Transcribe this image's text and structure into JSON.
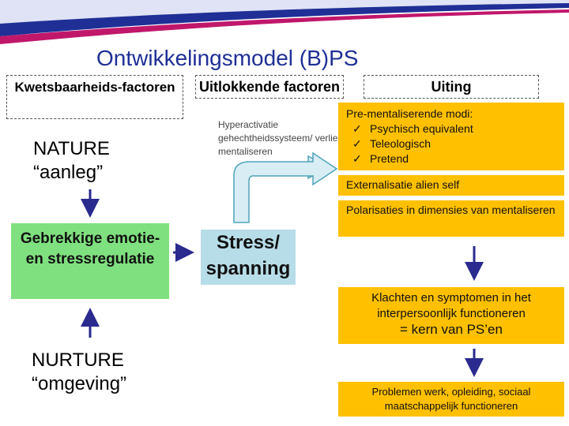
{
  "title": "Ontwikkelingsmodel (B)PS",
  "headers": {
    "col1": "Kwetsbaarheids-factoren",
    "col2": "Uitlokkende factoren",
    "col3": "Uiting"
  },
  "left": {
    "nature_line1": "NATURE",
    "nature_line2": "“aanleg”",
    "green_box": "Gebrekkige emotie- en stressregulatie",
    "nurture_line1": "NURTURE",
    "nurture_line2": "“omgeving”"
  },
  "middle": {
    "hyper_text": "Hyperactivatie gehechtheidssysteem/ verlies mentaliseren",
    "stress_box": "Stress/ spanning"
  },
  "right": {
    "pre_title": "Pre-mentaliserende modi:",
    "pre_items": [
      "Psychisch equivalent",
      "Teleologisch",
      "Pretend"
    ],
    "check_symbol": "✓",
    "externalisatie": "Externalisatie alien self",
    "polarisaties": "Polarisaties in dimensies van mentaliseren",
    "klachten": "Klachten en symptomen in het interpersoonlijk functioneren",
    "kern": "= kern van PS’en",
    "problemen": "Problemen werk, opleiding, sociaal maatschappelijk functioneren"
  },
  "colors": {
    "title": "#1f2f96",
    "green": "#7fe07f",
    "orange": "#ffc000",
    "stress": "#b7dde8",
    "arrow_fill": "#d8eef4",
    "arrow_stroke": "#4fa3b8",
    "connector": "#2a2a8f"
  }
}
